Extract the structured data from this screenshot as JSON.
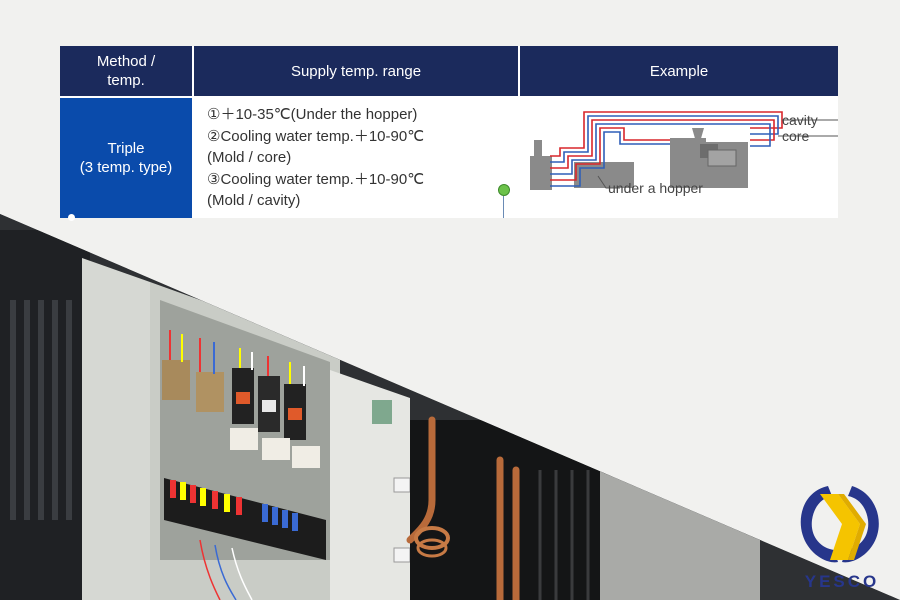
{
  "table": {
    "headers": [
      "Method /\ntemp.",
      "Supply temp. range",
      "Example"
    ],
    "method": {
      "line1": "Triple",
      "line2": "(3 temp. type)"
    },
    "range_lines": [
      "①＋10-35℃(Under the hopper)",
      "②Cooling water temp.＋10-90℃",
      "(Mold / core)",
      "③Cooling water temp.＋10-90℃",
      "(Mold / cavity)"
    ],
    "example_labels": {
      "cavity": "cavity",
      "core": "core",
      "hopper": "under a hopper"
    }
  },
  "logo": {
    "brand": "YESCO"
  },
  "colors": {
    "header_navy": "#1b2a5c",
    "method_blue": "#0a4bab",
    "brand_blue": "#27368b",
    "brand_yellow": "#f5c400",
    "pipe_red": "#d9262b",
    "pipe_blue": "#2f5fb8"
  },
  "icons": [
    "green-status-dot-icon",
    "yesco-logo-icon"
  ]
}
